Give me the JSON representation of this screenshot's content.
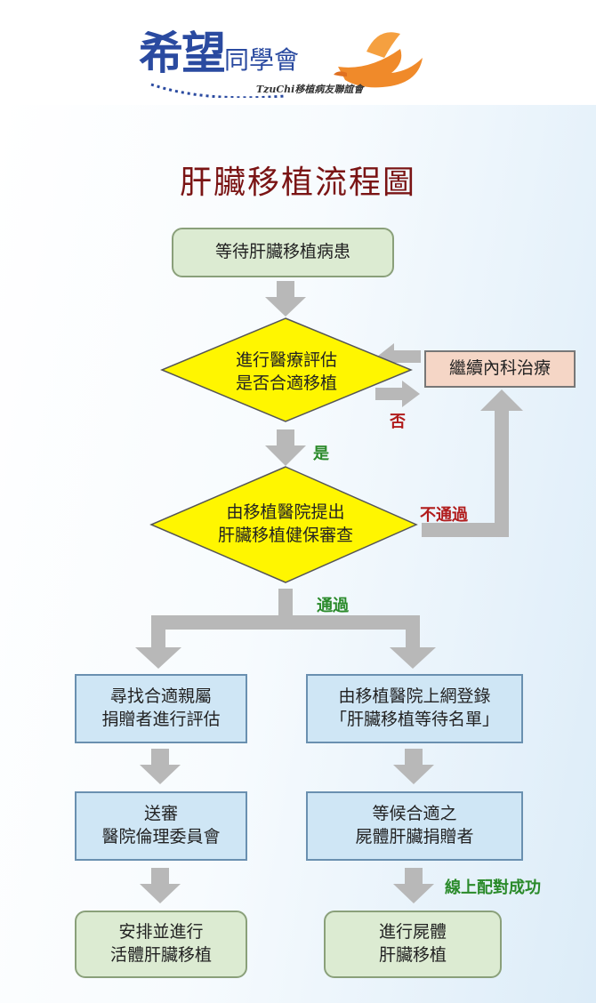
{
  "logo": {
    "name_big": "希望",
    "name_small": "同學會",
    "subtitle": "TzuChi移植病友聯誼會"
  },
  "title": "肝臟移植流程圖",
  "nodes": {
    "waiting": "等待肝臟移植病患",
    "evaluate_1": "進行醫療評估",
    "evaluate_2": "是否合適移植",
    "medical_treatment": "繼續內科治療",
    "submit_1": "由移植醫院提出",
    "submit_2": "肝臟移植健保審查",
    "living_find_1": "尋找合適親屬",
    "living_find_2": "捐贈者進行評估",
    "living_review_1": "送審",
    "living_review_2": "醫院倫理委員會",
    "living_arrange_1": "安排並進行",
    "living_arrange_2": "活體肝臟移植",
    "deceased_register_1": "由移植醫院上網登錄",
    "deceased_register_2": "「肝臟移植等待名單」",
    "deceased_wait_1": "等候合適之",
    "deceased_wait_2": "屍體肝臟捐贈者",
    "deceased_do_1": "進行屍體",
    "deceased_do_2": "肝臟移植"
  },
  "labels": {
    "no": "否",
    "yes": "是",
    "fail": "不通過",
    "pass": "通過",
    "matched": "線上配對成功"
  },
  "colors": {
    "title": "#7a1414",
    "arrow": "#b8b8b8",
    "diamond": "#fff600",
    "green_box": "#dcebd2",
    "blue_box": "#cfe6f5",
    "salmon_box": "#f5d6c6",
    "label_green": "#2a8a2a",
    "label_red": "#b11c1c"
  }
}
